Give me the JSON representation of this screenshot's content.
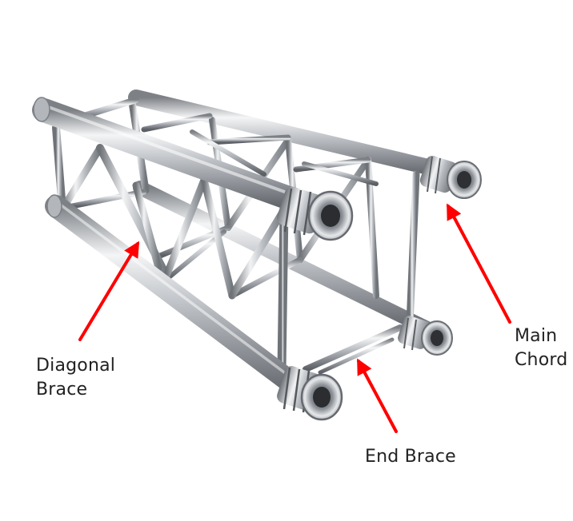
{
  "labels": {
    "diagonal_brace": [
      "Diagonal",
      "Brace"
    ],
    "end_brace": "End Brace",
    "main_chord": [
      "Main",
      "Chord"
    ]
  },
  "colors": {
    "arrow": "#ff0000",
    "text": "#222222"
  }
}
